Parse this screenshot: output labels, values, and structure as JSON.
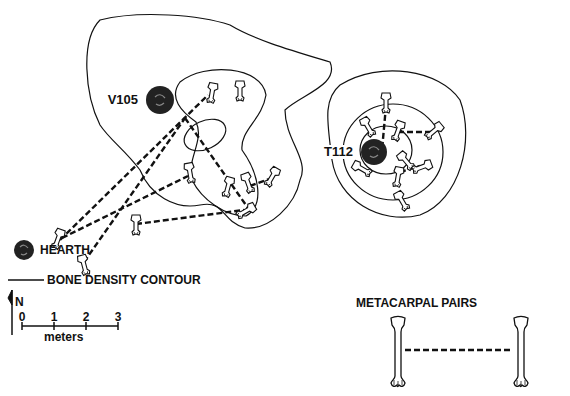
{
  "diagram": {
    "nodes": [
      {
        "text": [
          "V105"
        ]
      },
      {
        "text": [
          "T112"
        ]
      }
    ],
    "labels": [
      "N",
      "0",
      "1",
      "2",
      "3",
      "meters",
      "METACARPAL PAIRS"
    ],
    "legend": [
      {
        "text": "HEARTH"
      },
      {
        "text": "BONE DENSITY CONTOUR"
      }
    ]
  }
}
